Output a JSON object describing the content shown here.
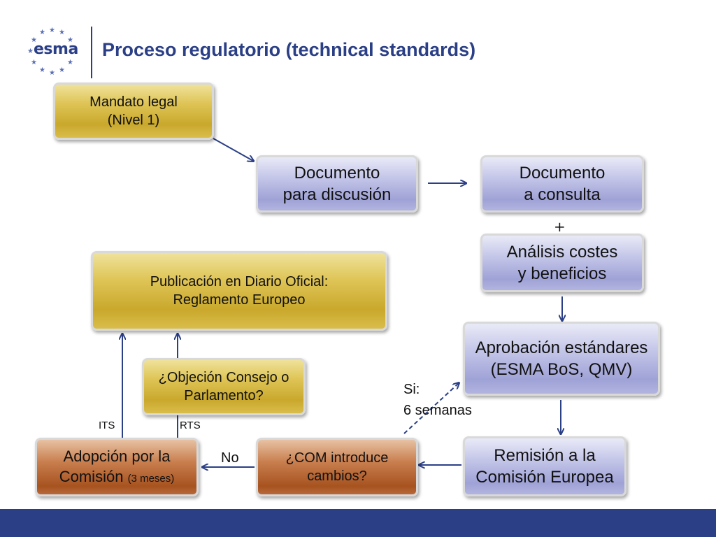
{
  "header": {
    "logo_text": "esma",
    "title": "Proceso regulatorio (technical standards)"
  },
  "nodes": {
    "mandato": [
      "Mandato legal",
      "(Nivel 1)"
    ],
    "doc_discusion": [
      "Documento",
      "para discusión"
    ],
    "doc_consulta": [
      "Documento",
      "a consulta"
    ],
    "plus": "+",
    "analisis": [
      "Análisis costes",
      "y beneficios"
    ],
    "aprobacion": [
      "Aprobación estándares",
      "(ESMA BoS, QMV)"
    ],
    "remision": [
      "Remisión a la",
      "Comisión Europea"
    ],
    "com_cambios": [
      "¿COM introduce",
      "cambios?"
    ],
    "adopcion": [
      "Adopción por la",
      "Comisión",
      "(3 meses)"
    ],
    "objecion": [
      "¿Objeción Consejo o",
      "Parlamento?"
    ],
    "publicacion": [
      "Publicación en Diario Oficial:",
      "Reglamento Europeo"
    ]
  },
  "labels": {
    "si": "Si:",
    "seis_semanas": "6 semanas",
    "no": "No",
    "its": "ITS",
    "rts": "RTS"
  },
  "colors": {
    "brand": "#2b3f86",
    "arrow": "#2b3f86",
    "gold": "#d4b640",
    "blue": "#b3b5e0",
    "brown": "#b8652f"
  }
}
